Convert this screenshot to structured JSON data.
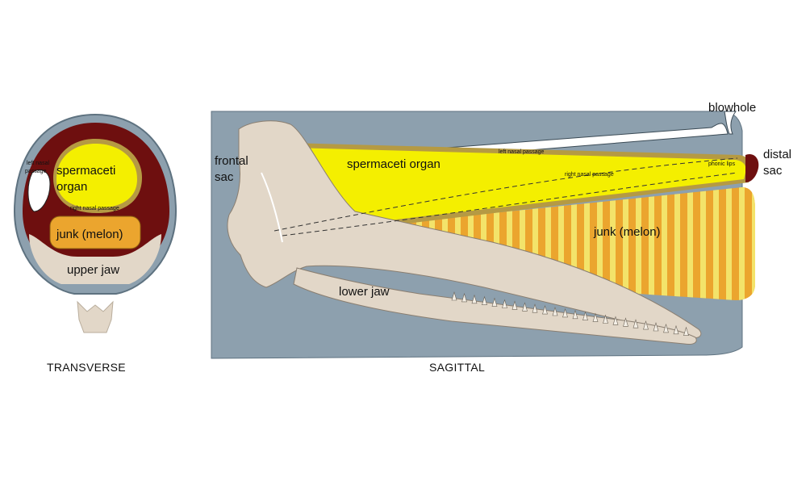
{
  "colors": {
    "skin": "#8da0ae",
    "skin_outline": "#5e7280",
    "blubber": "#6e0f0f",
    "spermaceti": "#f4ef00",
    "junk": "#eba52e",
    "junk_light_stripe": "#f3e36a",
    "bone": "#e2d7c8",
    "sheath": "#b59a43"
  },
  "transverse": {
    "caption": "TRANSVERSE",
    "labels": {
      "spermaceti": "spermaceti",
      "spermaceti2": "organ",
      "left_nasal": "left nasal",
      "left_nasal2": "passage",
      "right_nasal": "right nasal passage",
      "junk": "junk (melon)",
      "upper_jaw": "upper jaw"
    }
  },
  "sagittal": {
    "caption": "SAGITTAL",
    "labels": {
      "blowhole": "blowhole",
      "distal": "distal",
      "distal2": "sac",
      "frontal": "frontal",
      "frontal2": "sac",
      "spermaceti": "spermaceti organ",
      "left_nasal": "left nasal passage",
      "right_nasal": "right nasal passage",
      "phonic_lips": "phonic lips",
      "junk": "junk (melon)",
      "lower_jaw": "lower jaw"
    }
  }
}
